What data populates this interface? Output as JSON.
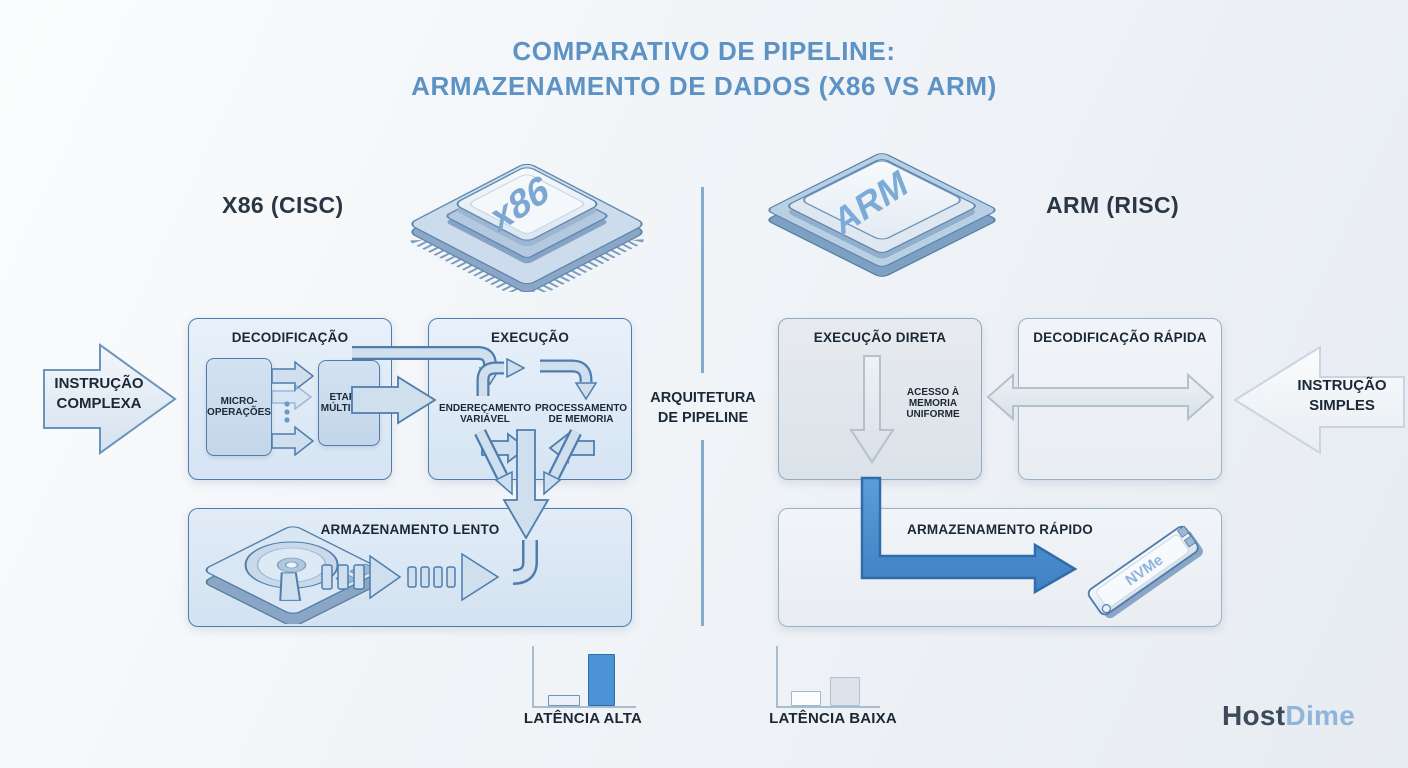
{
  "title": {
    "line1": "COMPARATIVO DE PIPELINE:",
    "line2": "ARMAZENAMENTO DE DADOS (X86 VS ARM)"
  },
  "divider_label": "ARQUITETURA\nDE PIPELINE",
  "x86": {
    "heading": "X86 (CISC)",
    "chip_label": "x86",
    "instruction": "INSTRUÇÃO\nCOMPLEXA",
    "decode_title": "DECODIFICAÇÃO",
    "micro_ops": "MICRO-\nOPERAÇÕES",
    "stages": "ETAPAS\nMÚLTIPLAS",
    "exec_title": "EXECUÇÃO",
    "addressing": "ENDEREÇAMENTO\nVARIÁVEL",
    "mem_processing": "PROCESSAMENTO\nDE MEMORIA",
    "storage_title": "ARMAZENAMENTO LENTO",
    "latency_label": "LATÊNCIA ALTA"
  },
  "arm": {
    "heading": "ARM (RISC)",
    "chip_label": "ARM",
    "instruction": "INSTRUÇÃO\nSIMPLES",
    "exec_title": "EXECUÇÃO DIRETA",
    "mem_access": "ACESSO À\nMEMORIA\nUNIFORME",
    "decode_title": "DECODIFICAÇÃO RÁPIDA",
    "storage_title": "ARMAZENAMENTO RÁPIDO",
    "device_label": "NVMe",
    "latency_label": "LATÊNCIA BAIXA"
  },
  "brand": {
    "part1": "Host",
    "part2": "Dime"
  },
  "colors": {
    "title_blue": "#5d92c5",
    "dark_text": "#1c2835",
    "box_blue_border": "#4e7dad",
    "box_blue_fill": "#dce8f5",
    "accent_blue": "#4b93d4",
    "accent_blue_dark": "#2e6cac",
    "gray_border": "#9db1c5",
    "divider_line": "#88aac9",
    "brand_dark": "#3d4a59",
    "brand_light": "#90b4da"
  },
  "chart_data": [
    {
      "type": "bar",
      "title": "LATÊNCIA ALTA",
      "values": [
        1.0,
        4.7
      ],
      "bars": [
        "light",
        "blue"
      ],
      "axes": "L-shape, unlabeled"
    },
    {
      "type": "bar",
      "title": "LATÊNCIA BAIXA",
      "values": [
        1.4,
        2.6
      ],
      "bars": [
        "white",
        "gray"
      ],
      "axes": "L-shape, unlabeled"
    }
  ]
}
